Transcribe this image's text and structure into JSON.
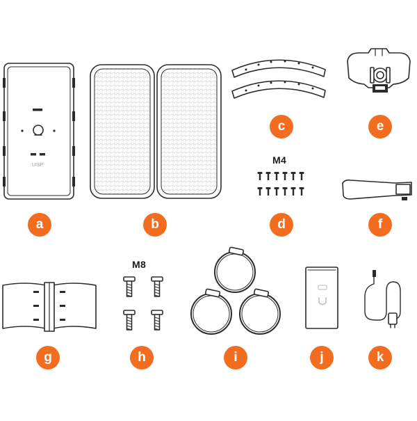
{
  "accent_color": "#f26d1f",
  "line_color": "#2b2b2b",
  "parts": [
    {
      "letter": "a",
      "icon": "radio-housing-icon"
    },
    {
      "letter": "b",
      "icon": "reflector-panels-icon"
    },
    {
      "letter": "c",
      "icon": "mounting-arcs-icon"
    },
    {
      "letter": "d",
      "icon": "m4-screws-icon"
    },
    {
      "letter": "e",
      "icon": "pole-bracket-icon"
    },
    {
      "letter": "f",
      "icon": "feed-horn-icon"
    },
    {
      "letter": "g",
      "icon": "hinged-bracket-icon"
    },
    {
      "letter": "h",
      "icon": "m8-bolts-icon"
    },
    {
      "letter": "i",
      "icon": "hose-clamps-icon"
    },
    {
      "letter": "j",
      "icon": "poe-adapter-icon"
    },
    {
      "letter": "k",
      "icon": "power-cord-icon"
    }
  ],
  "size_labels": {
    "d": "M4",
    "h": "M8"
  },
  "housing_text": "UISP"
}
